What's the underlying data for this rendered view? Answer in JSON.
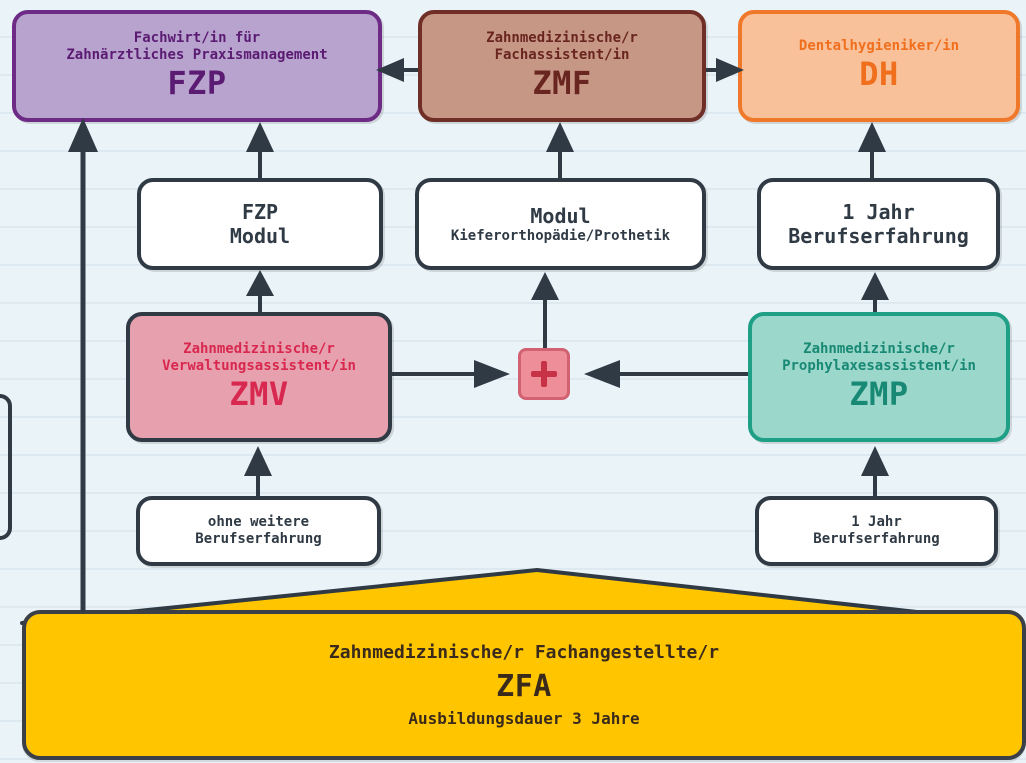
{
  "top": {
    "fzp": {
      "line1": "Fachwirt/in für",
      "line2": "Zahnärztliches Praxismanagement",
      "abbr": "FZP"
    },
    "zmf": {
      "line1": "Zahnmedizinische/r",
      "line2": "Fachassistent/in",
      "abbr": "ZMF"
    },
    "dh": {
      "line1": "Dentalhygieniker/in",
      "abbr": "DH"
    }
  },
  "modules": {
    "fzp": {
      "line1": "FZP",
      "line2": "Modul"
    },
    "kfo": {
      "line1": "Modul",
      "line2": "Kieferorthopädie/Prothetik"
    },
    "dh": {
      "line1": "1 Jahr",
      "line2": "Berufserfahrung"
    }
  },
  "middle": {
    "zmv": {
      "line1": "Zahnmedizinische/r",
      "line2": "Verwaltungsassistent/in",
      "abbr": "ZMV"
    },
    "zmp": {
      "line1": "Zahnmedizinische/r",
      "line2": "Prophylaxesassistent/in",
      "abbr": "ZMP"
    }
  },
  "experience": {
    "left": {
      "line1": "ohne weitere",
      "line2": "Berufserfahrung"
    },
    "right": {
      "line1": "1 Jahr",
      "line2": "Berufserfahrung"
    }
  },
  "base": {
    "title": "Zahnmedizinische/r Fachangestellte/r",
    "abbr": "ZFA",
    "duration": "Ausbildungsdauer 3 Jahre"
  },
  "colors": {
    "ink": "#2f3a45",
    "fzp_fill": "#b8a3ce",
    "zmf_fill": "#c79786",
    "dh_fill": "#f9c19a",
    "zmv_fill": "#e7a1ae",
    "zmp_fill": "#9bd7ca",
    "zfa_fill": "#ffc600",
    "plus_fill": "#ee8e98"
  }
}
